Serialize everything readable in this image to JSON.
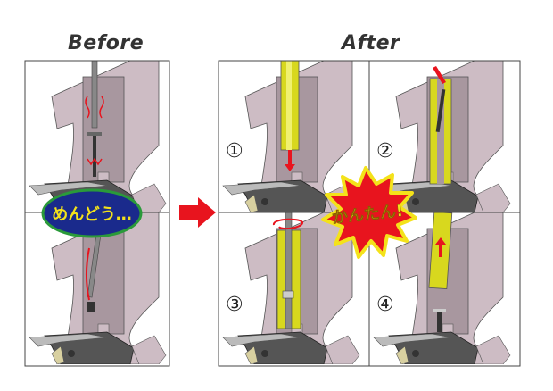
{
  "headings": {
    "before": "Before",
    "after": "After"
  },
  "before_bubble": "めんどう…",
  "after_burst": "かんたん!",
  "steps": [
    "①",
    "②",
    "③",
    "④"
  ],
  "colors": {
    "arrow": "#e8141e",
    "body": "#cdbcc4",
    "tube": "#d8d81e",
    "bubble": "#1a2a8c",
    "burst": "#e8141e"
  }
}
